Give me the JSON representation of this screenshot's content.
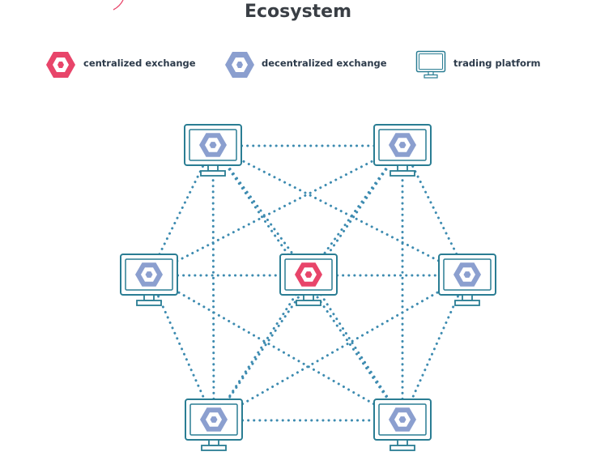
{
  "title": "Ecosystem",
  "legend": [
    {
      "icon": "centralized-exchange-icon",
      "label": "centralized exchange"
    },
    {
      "icon": "decentralized-exchange-icon",
      "label": "decentralized exchange"
    },
    {
      "icon": "trading-platform-icon",
      "label": "trading platform"
    }
  ],
  "colors": {
    "centralized": "#e8456a",
    "decentralized": "#8b9fcf",
    "platform": "#2a7d93",
    "connection": "#3d8bb0",
    "title": "#3a3f45"
  },
  "nodes": [
    {
      "id": "top-left",
      "exchange": "decentralized"
    },
    {
      "id": "top-right",
      "exchange": "decentralized"
    },
    {
      "id": "mid-left",
      "exchange": "decentralized"
    },
    {
      "id": "center",
      "exchange": "centralized"
    },
    {
      "id": "mid-right",
      "exchange": "decentralized"
    },
    {
      "id": "bottom-left",
      "exchange": "decentralized"
    },
    {
      "id": "bottom-right",
      "exchange": "decentralized"
    }
  ],
  "connections": [
    [
      "top-left",
      "top-right"
    ],
    [
      "top-left",
      "mid-left"
    ],
    [
      "top-left",
      "center"
    ],
    [
      "top-left",
      "mid-right"
    ],
    [
      "top-left",
      "bottom-left"
    ],
    [
      "top-left",
      "bottom-right"
    ],
    [
      "top-right",
      "mid-left"
    ],
    [
      "top-right",
      "center"
    ],
    [
      "top-right",
      "mid-right"
    ],
    [
      "top-right",
      "bottom-left"
    ],
    [
      "top-right",
      "bottom-right"
    ],
    [
      "mid-left",
      "center"
    ],
    [
      "mid-left",
      "bottom-left"
    ],
    [
      "mid-left",
      "bottom-right"
    ],
    [
      "center",
      "mid-right"
    ],
    [
      "center",
      "bottom-left"
    ],
    [
      "center",
      "bottom-right"
    ],
    [
      "mid-right",
      "bottom-left"
    ],
    [
      "mid-right",
      "bottom-right"
    ],
    [
      "bottom-left",
      "bottom-right"
    ]
  ]
}
